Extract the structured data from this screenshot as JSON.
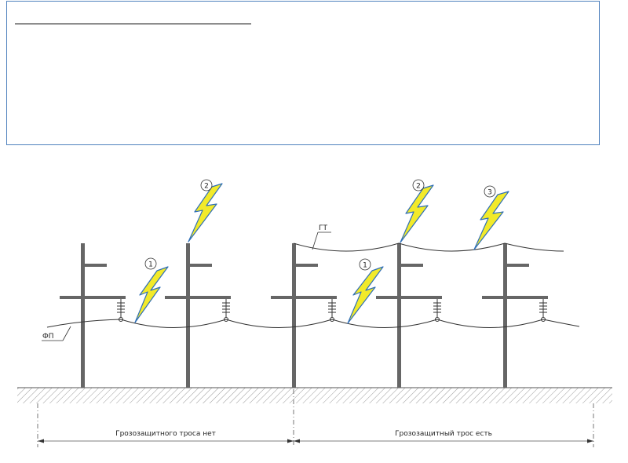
{
  "header": {
    "title_rule": ""
  },
  "diagram": {
    "labels": {
      "ground_wire": "ГТ",
      "phase_wire": "ФП"
    },
    "markers": {
      "m1a": "1",
      "m2a": "2",
      "m1b": "1",
      "m2b": "2",
      "m3": "3"
    },
    "sections": {
      "left": "Грозозащитного троса нет",
      "right": "Грозозащитный трос есть"
    },
    "colors": {
      "pole": "#666666",
      "wire": "#333333",
      "bolt_fill": "#f2ea2a",
      "bolt_stroke": "#2f6fb7",
      "frame": "#4f81bd"
    }
  }
}
